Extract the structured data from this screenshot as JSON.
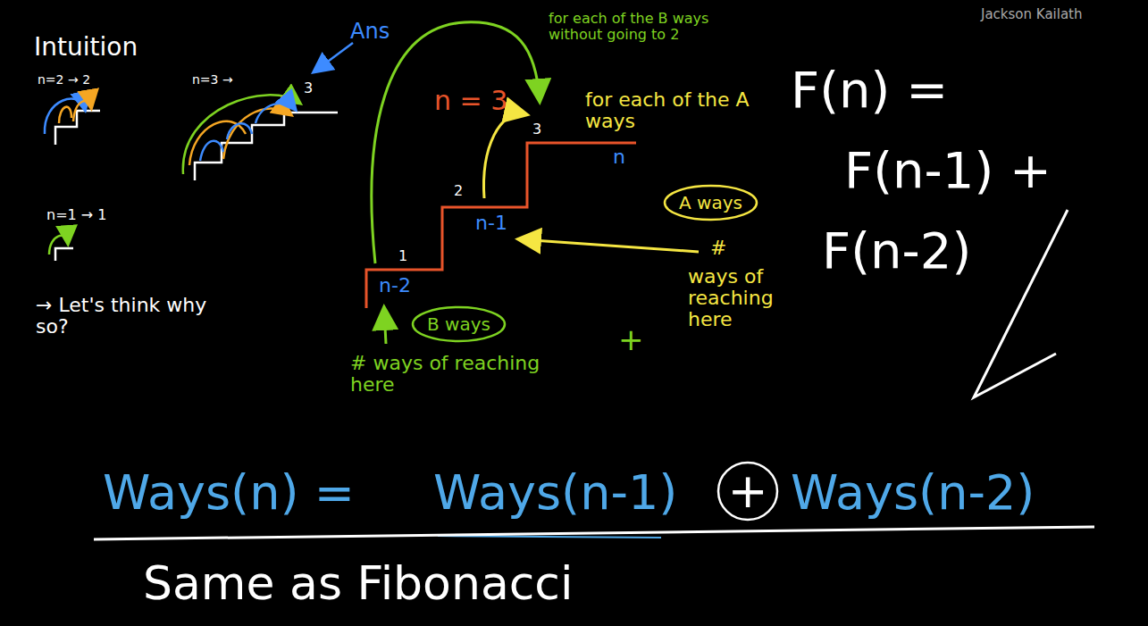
{
  "diagram": {
    "title": "Intuition",
    "nodes": [
      {
        "text": [
          "A ways"
        ]
      },
      {
        "text": [
          "B ways"
        ]
      },
      {
        "text": [
          "+"
        ]
      }
    ],
    "labels": [
      "Jackson Kailath",
      "n=2 → 2",
      "n=3 →",
      "3",
      "Ans",
      "n=1 → 1",
      "→ Let's think why so?",
      "n = 3",
      "1",
      "2",
      "3",
      "n-2",
      "n-1",
      "n",
      "for each of the B ways without going to 2",
      "for each of the A ways",
      "#",
      "ways of reaching here",
      "# ways of reaching here",
      "+",
      "F(n) =",
      "F(n-1) +",
      "F(n-2)",
      "Ways(n) =",
      "Ways(n-1)",
      "Ways(n-2)",
      "Same as Fibonacci"
    ]
  }
}
